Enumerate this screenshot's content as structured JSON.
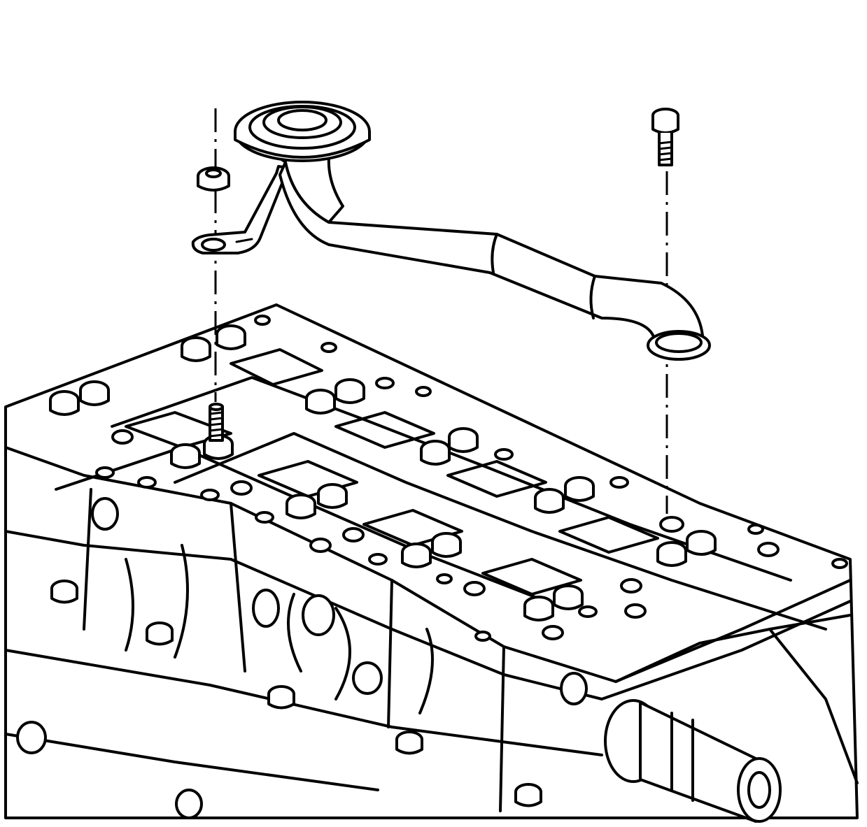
{
  "figure": {
    "type": "exploded-view line illustration",
    "colors": {
      "stroke": "#000000",
      "background": "#ffffff"
    },
    "parts": [
      "engine-block",
      "oil-pump-pickup-tube",
      "pickup-screen-flange",
      "support-bracket",
      "nut",
      "stud",
      "bolt",
      "bearing-cap-bolts"
    ]
  }
}
